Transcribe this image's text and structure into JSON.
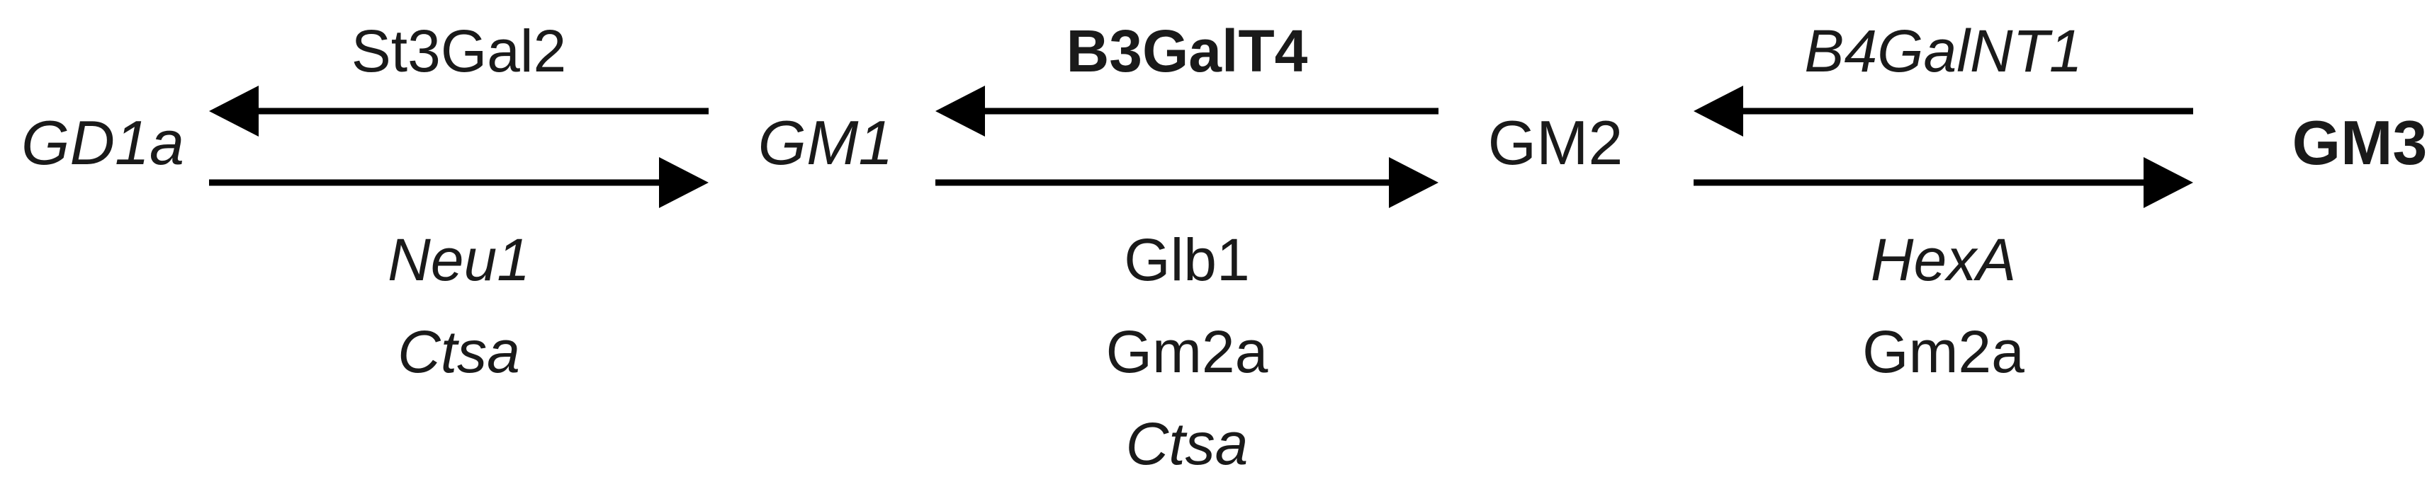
{
  "nodes": [
    {
      "id": "gd1a",
      "label": "GD1a",
      "italic": true,
      "bold": false
    },
    {
      "id": "gm1",
      "label": "GM1",
      "italic": true,
      "bold": false
    },
    {
      "id": "gm2",
      "label": "GM2",
      "italic": false,
      "bold": false
    },
    {
      "id": "gm3",
      "label": "GM3",
      "italic": false,
      "bold": true
    }
  ],
  "steps": [
    {
      "from_left": "gd1a",
      "to_right": "gm1",
      "synthesis_enzymes": [
        {
          "label": "St3Gal2",
          "italic": false,
          "bold": false
        }
      ],
      "degradation_enzymes": [
        {
          "label": "Neu1",
          "italic": true,
          "bold": false
        },
        {
          "label": "Ctsa",
          "italic": true,
          "bold": false
        }
      ]
    },
    {
      "from_left": "gm1",
      "to_right": "gm2",
      "synthesis_enzymes": [
        {
          "label": "B3GalT4",
          "italic": false,
          "bold": true
        }
      ],
      "degradation_enzymes": [
        {
          "label": "Glb1",
          "italic": false,
          "bold": false
        },
        {
          "label": "Gm2a",
          "italic": false,
          "bold": false
        },
        {
          "label": "Ctsa",
          "italic": true,
          "bold": false
        }
      ]
    },
    {
      "from_left": "gm2",
      "to_right": "gm3",
      "synthesis_enzymes": [
        {
          "label": "B4GalNT1",
          "italic": true,
          "bold": false
        }
      ],
      "degradation_enzymes": [
        {
          "label": "HexA",
          "italic": true,
          "bold": false
        },
        {
          "label": "Gm2a",
          "italic": false,
          "bold": false
        }
      ]
    }
  ],
  "colors": {
    "text": "#1a1a1a",
    "arrow": "#000000",
    "background": "#ffffff"
  }
}
